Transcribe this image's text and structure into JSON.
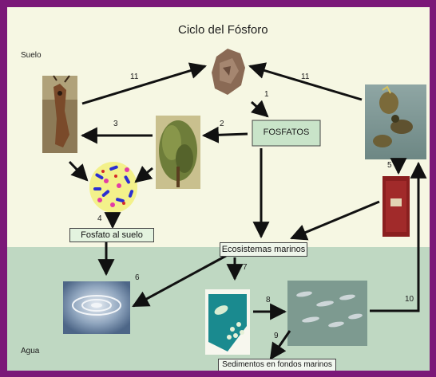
{
  "title": "Ciclo del Fósforo",
  "zones": {
    "soil": "Suelo",
    "water": "Agua"
  },
  "nodes": {
    "phosphates": "FOSFATOS",
    "soil_phosphate": "Fosfato al suelo",
    "marine": "Ecosistemas marinos",
    "sediments": "Sedimentos en fondos marinos"
  },
  "step_labels": {
    "s1": "1",
    "s2": "2",
    "s3": "3",
    "s4": "4",
    "s5": "5",
    "s6": "6",
    "s7": "7",
    "s8": "8",
    "s9": "9",
    "s10": "10",
    "s11a": "11",
    "s11b": "11"
  },
  "illustrations": [
    "rock-image",
    "deer-image",
    "shrub-image",
    "bacteria-image",
    "ducks-image",
    "guano-image",
    "water-ripple-image",
    "plankton-image",
    "fish-image"
  ],
  "colors": {
    "frame": "#7b1878",
    "land": "#f6f7e3",
    "water": "#bfd8c2",
    "phosphates_box": "#c9e4c9",
    "arrow": "#111111"
  }
}
